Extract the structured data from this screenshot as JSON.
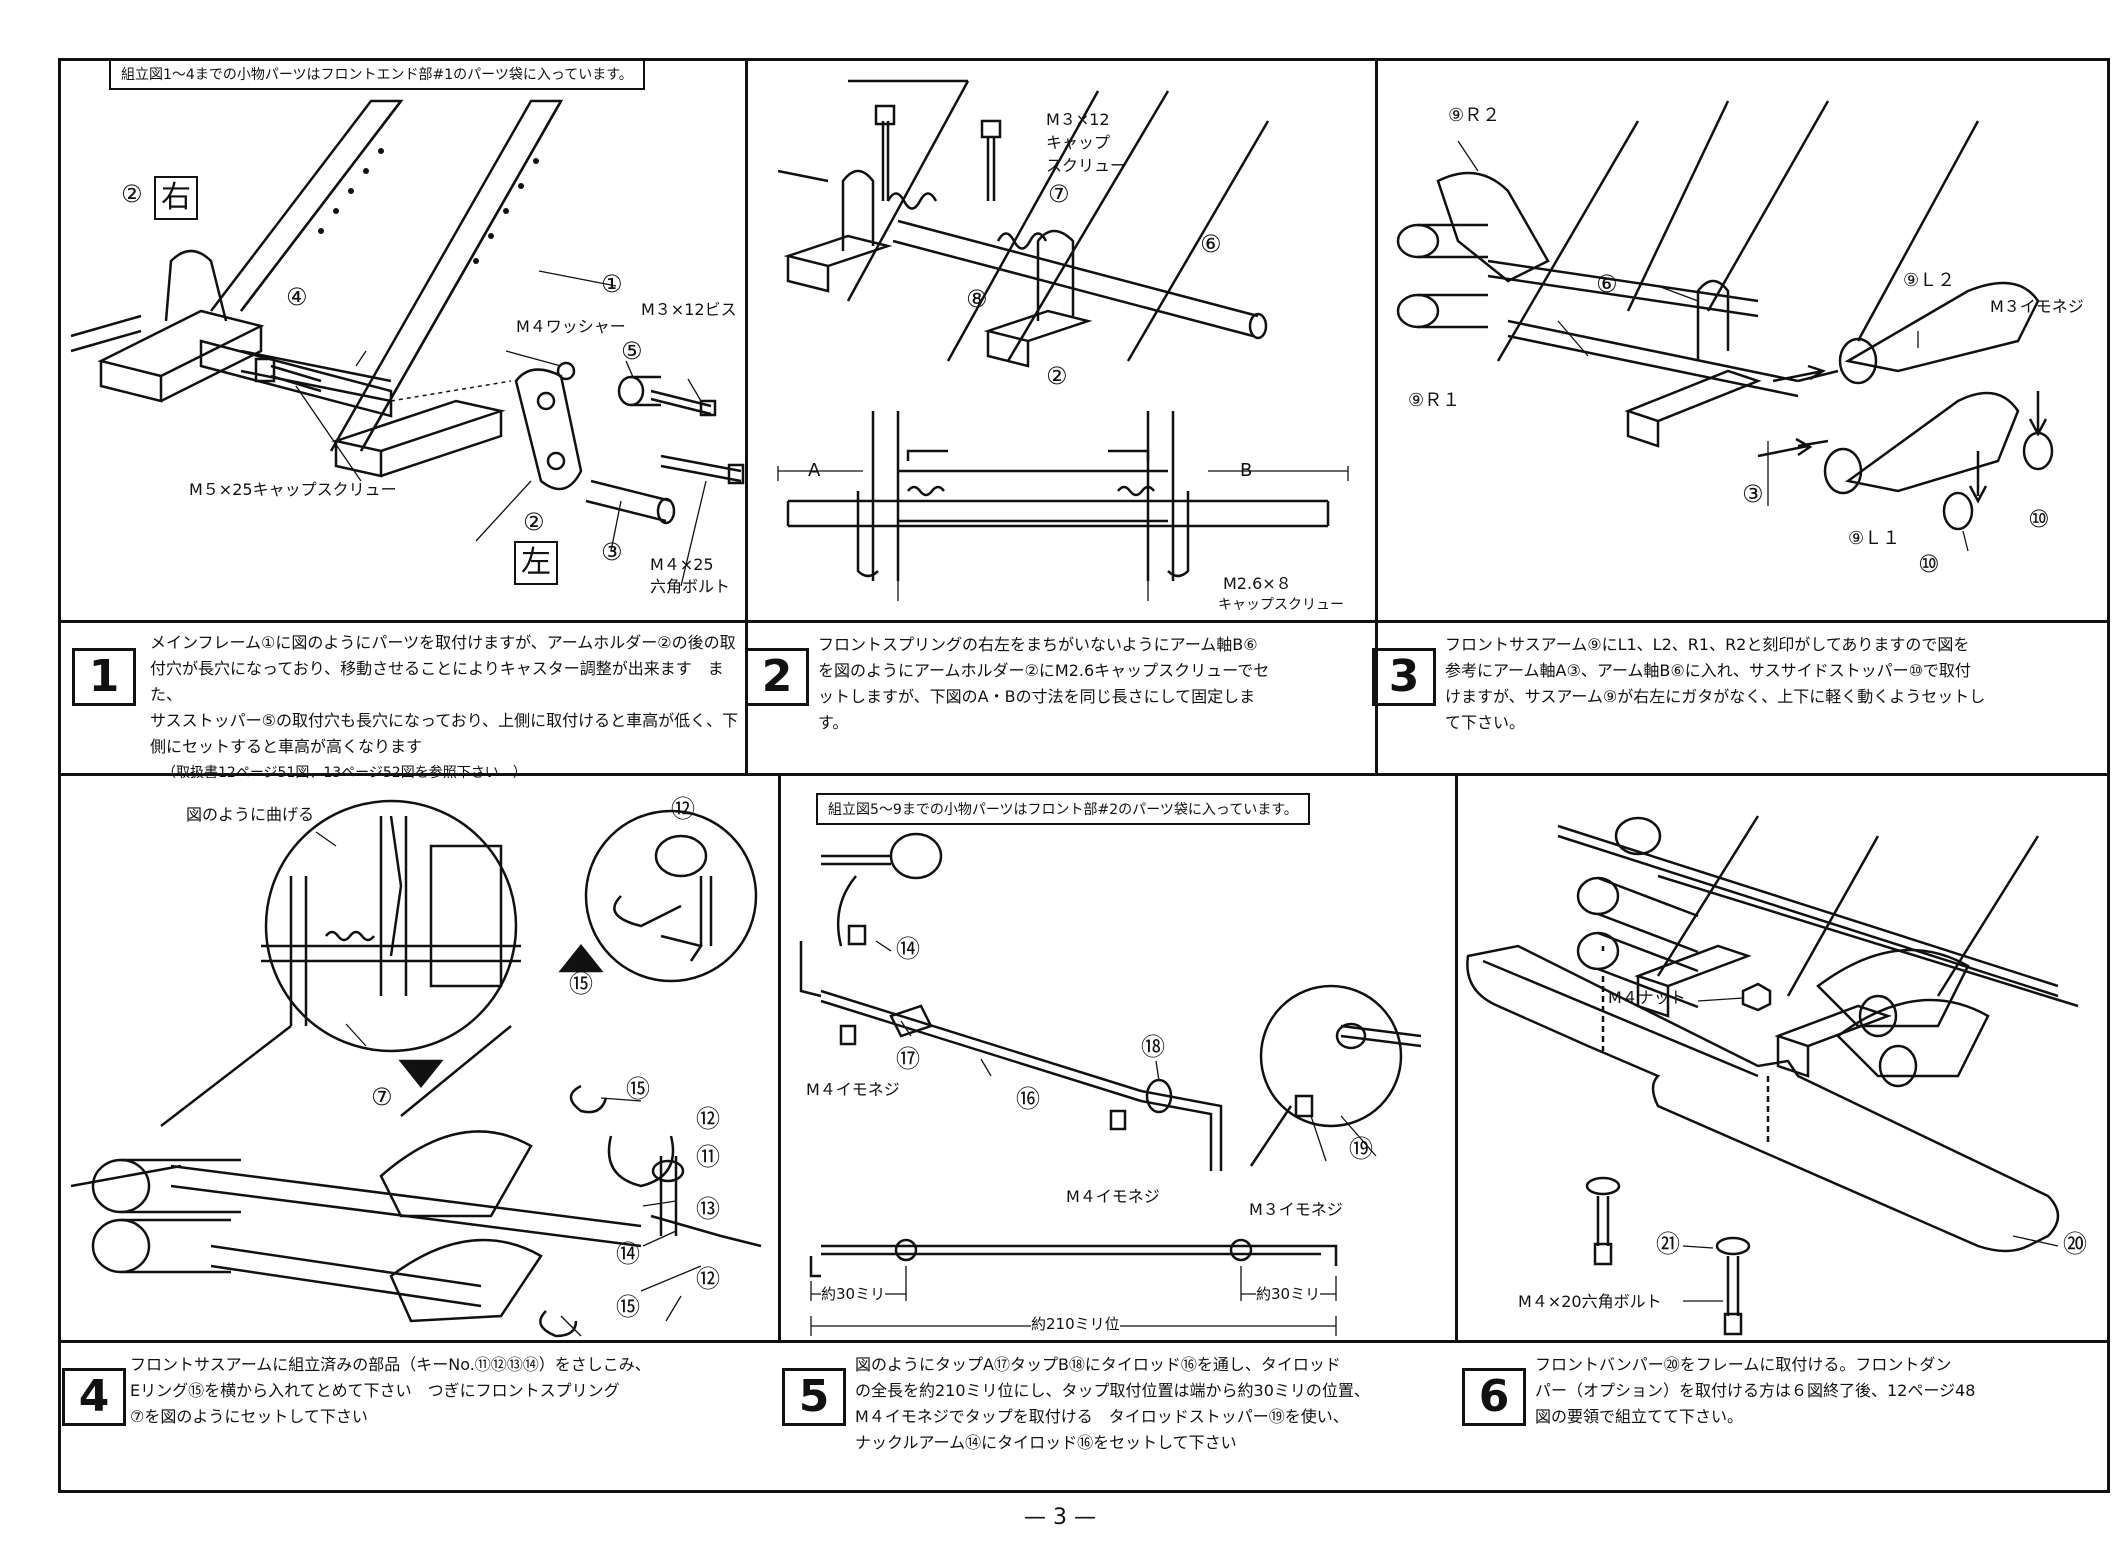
{
  "parts_note_top": "組立図1〜4までの小物パーツはフロントエンド部#1のパーツ袋に入っています。",
  "parts_note_bottom": "組立図5〜9までの小物パーツはフロント部#2のパーツ袋に入っています。",
  "panel1": {
    "right_kanji": "右",
    "left_kanji": "左",
    "labels": {
      "washer": "M４ワッシャー",
      "screw": "M３×12ビス",
      "cap_screw": "M５×25キャップスクリュー",
      "hex_bolt_1": "M４×25",
      "hex_bolt_2": "六角ボルト"
    },
    "callouts": [
      "①",
      "②",
      "②",
      "③",
      "④",
      "⑤"
    ]
  },
  "panel2": {
    "labels": {
      "cap_1": "M３×12",
      "cap_2": "キャップ",
      "cap_3": "スクリュー",
      "small_1": "M2.6×８",
      "small_2": "キャップスクリュー",
      "dim_a": "A",
      "dim_b": "B"
    },
    "callouts": [
      "⑥",
      "⑦",
      "⑧",
      "②"
    ]
  },
  "panel3": {
    "labels": {
      "r2": "⑨Ｒ２",
      "r1": "⑨Ｒ１",
      "l2": "⑨Ｌ２",
      "l1": "⑨Ｌ１",
      "setscrew": "M３イモネジ"
    },
    "callouts": [
      "⑥",
      "③",
      "⑩",
      "⑩"
    ]
  },
  "panel4": {
    "labels": {
      "bend": "図のように曲げる"
    },
    "callouts": [
      "⑫",
      "⑮",
      "⑦",
      "⑮",
      "⑫",
      "⑪",
      "⑬",
      "⑭",
      "⑫",
      "⑮"
    ]
  },
  "panel5": {
    "labels": {
      "m4_set_a": "M４イモネジ",
      "m4_set_b": "M４イモネジ",
      "m3_set": "M３イモネジ",
      "dim_left": "約30ミリ",
      "dim_right": "約30ミリ",
      "dim_total": "約210ミリ位"
    },
    "callouts": [
      "⑭",
      "⑰",
      "⑯",
      "⑱",
      "⑲"
    ]
  },
  "panel6": {
    "labels": {
      "nut": "M４ナット",
      "bolt": "M４×20六角ボルト"
    },
    "callouts": [
      "㉑",
      "⑳"
    ]
  },
  "steps": [
    {
      "num": "1",
      "lines": [
        "メインフレーム①に図のようにパーツを取付けますが、アームホルダー②の後の取",
        "付穴が長穴になっており、移動させることによりキャスター調整が出来ます　また、",
        "サスストッパー⑤の取付穴も長穴になっており、上側に取付けると車高が低く、下",
        "側にセットすると車高が高くなります"
      ],
      "note": "（取扱書12ページ51図、13ページ52図を参照下さい　）"
    },
    {
      "num": "2",
      "lines": [
        "フロントスプリングの右左をまちがいないようにアーム軸B⑥",
        "を図のようにアームホルダー②にM2.6キャップスクリューでセ",
        "ットしますが、下図のA・Bの寸法を同じ長さにして固定しま",
        "す。"
      ]
    },
    {
      "num": "3",
      "lines": [
        "フロントサスアーム⑨にL1、L2、R1、R2と刻印がしてありますので図を",
        "参考にアーム軸A③、アーム軸B⑥に入れ、サスサイドストッパー⑩で取付",
        "けますが、サスアーム⑨が右左にガタがなく、上下に軽く動くようセットし",
        "て下さい。"
      ]
    },
    {
      "num": "4",
      "lines": [
        "フロントサスアームに組立済みの部品（キーNo.⑪⑫⑬⑭）をさしこみ、",
        "Eリング⑮を横から入れてとめて下さい　つぎにフロントスプリング",
        "⑦を図のようにセットして下さい"
      ]
    },
    {
      "num": "5",
      "lines": [
        "図のようにタップA⑰タップB⑱にタイロッド⑯を通し、タイロッド",
        "の全長を約210ミリ位にし、タップ取付位置は端から約30ミリの位置、",
        "M４イモネジでタップを取付ける　タイロッドストッパー⑲を使い、",
        "ナックルアーム⑭にタイロッド⑯をセットして下さい"
      ]
    },
    {
      "num": "6",
      "lines": [
        "フロントバンパー⑳をフレームに取付ける。フロントダン",
        "パー（オプション）を取付ける方は６図終了後、12ページ48",
        "図の要領で組立てて下さい。"
      ]
    }
  ],
  "page_number": "— 3 —"
}
